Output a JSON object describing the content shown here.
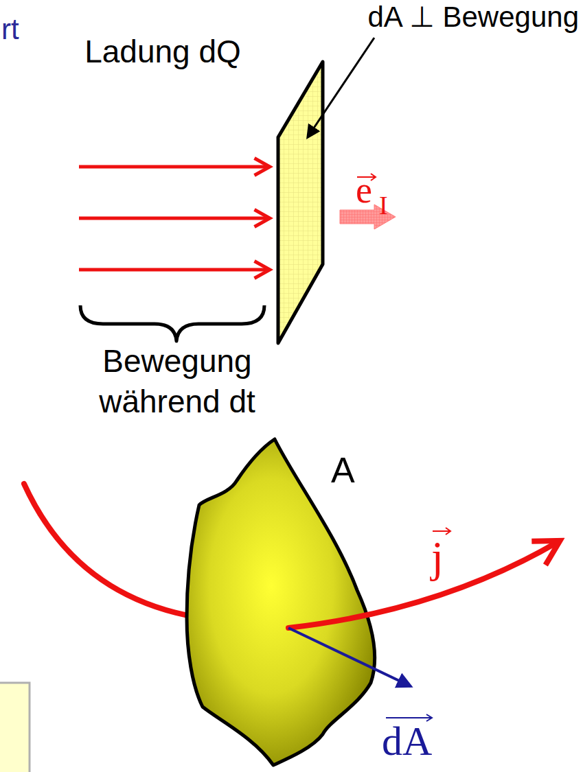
{
  "diagram": {
    "labels": [
      "rt",
      "dA ⊥ Bewegung",
      "Ladung dQ",
      "e",
      "I",
      "Bewegung während dt",
      "A",
      "j",
      "dA"
    ]
  }
}
